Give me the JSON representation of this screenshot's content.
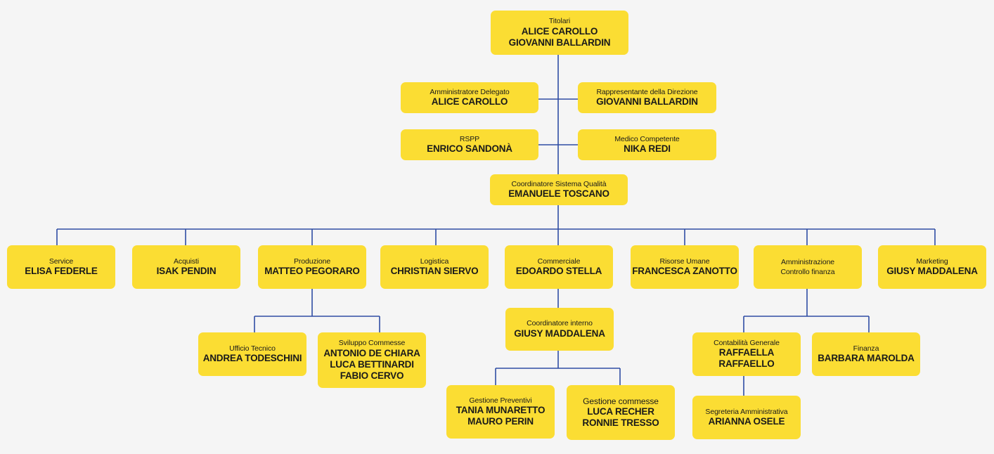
{
  "colors": {
    "box": "#fbdd33",
    "line": "#2f4da3",
    "background": "#f5f5f5"
  },
  "nodes": {
    "titolari": {
      "role": "Titolari",
      "names": [
        "ALICE CAROLLO",
        "GIOVANNI BALLARDIN"
      ]
    },
    "amm_delegato": {
      "role": "Amministratore Delegato",
      "names": [
        "ALICE CAROLLO"
      ]
    },
    "rappresentante": {
      "role": "Rappresentante della Direzione",
      "names": [
        "GIOVANNI BALLARDIN"
      ]
    },
    "rspp": {
      "role": "RSPP",
      "names": [
        "ENRICO SANDONÀ"
      ]
    },
    "medico": {
      "role": "Medico Competente",
      "names": [
        "NIKA REDI"
      ]
    },
    "coord_qualita": {
      "role": "Coordinatore Sistema Qualità",
      "names": [
        "EMANUELE TOSCANO"
      ]
    },
    "service": {
      "role": "Service",
      "names": [
        "ELISA FEDERLE"
      ]
    },
    "acquisti": {
      "role": "Acquisti",
      "names": [
        "ISAK PENDIN"
      ]
    },
    "produzione": {
      "role": "Produzione",
      "names": [
        "MATTEO PEGORARO"
      ]
    },
    "logistica": {
      "role": "Logistica",
      "names": [
        "CHRISTIAN SIERVO"
      ]
    },
    "commerciale": {
      "role": "Commerciale",
      "names": [
        "EDOARDO STELLA"
      ]
    },
    "risorse_umane": {
      "role": "Risorse Umane",
      "names": [
        "FRANCESCA ZANOTTO"
      ]
    },
    "amministrazione": {
      "role": "Amministrazione\nControllo finanza",
      "names": []
    },
    "marketing": {
      "role": "Marketing",
      "names": [
        "GIUSY MADDALENA"
      ]
    },
    "ufficio_tecnico": {
      "role": "Ufficio Tecnico",
      "names": [
        "ANDREA TODESCHINI"
      ]
    },
    "sviluppo": {
      "role": "Sviluppo Commesse",
      "names": [
        "ANTONIO DE CHIARA",
        "LUCA BETTINARDI",
        "FABIO CERVO"
      ]
    },
    "coord_interno": {
      "role": "Coordinatore interno",
      "names": [
        "GIUSY MADDALENA"
      ]
    },
    "preventivi": {
      "role": "Gestione Preventivi",
      "names": [
        "TANIA MUNARETTO",
        "MAURO PERIN"
      ]
    },
    "commesse": {
      "role": "Gestione commesse",
      "names": [
        "LUCA RECHER",
        "RONNIE TRESSO"
      ]
    },
    "contabilita": {
      "role": "Contabilità Generale",
      "names": [
        "RAFFAELLA RAFFAELLO"
      ]
    },
    "finanza": {
      "role": "Finanza",
      "names": [
        "BARBARA MAROLDA"
      ]
    },
    "segreteria": {
      "role": "Segreteria Amministrativa",
      "names": [
        "ARIANNA OSELE"
      ]
    }
  }
}
